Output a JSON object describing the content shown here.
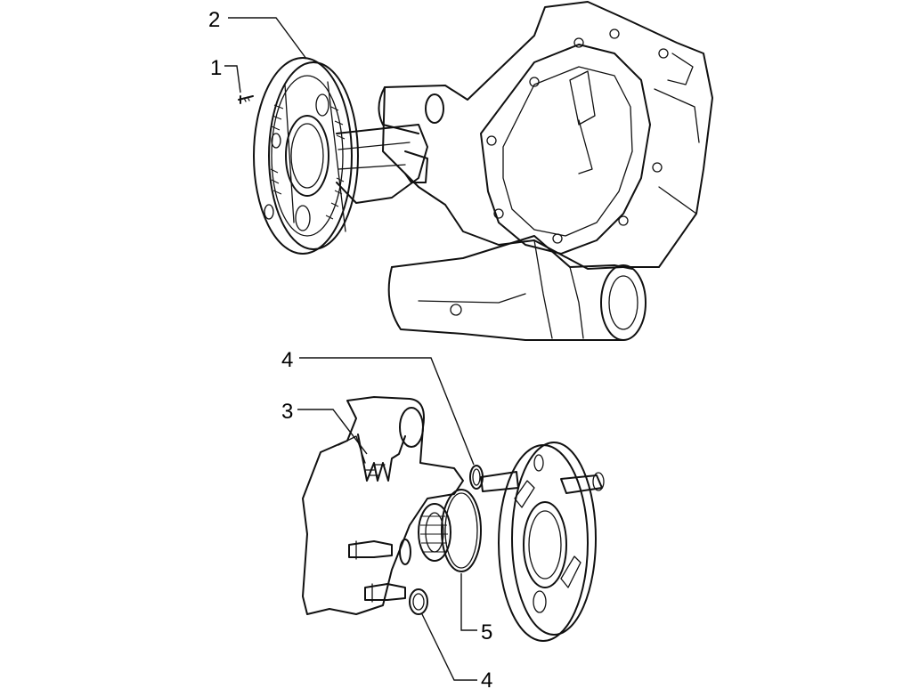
{
  "callouts": [
    {
      "id": "c1",
      "label": "1"
    },
    {
      "id": "c2",
      "label": "2"
    },
    {
      "id": "c3",
      "label": "3"
    },
    {
      "id": "c4a",
      "label": "4"
    },
    {
      "id": "c4b",
      "label": "4"
    },
    {
      "id": "c5",
      "label": "5"
    }
  ]
}
